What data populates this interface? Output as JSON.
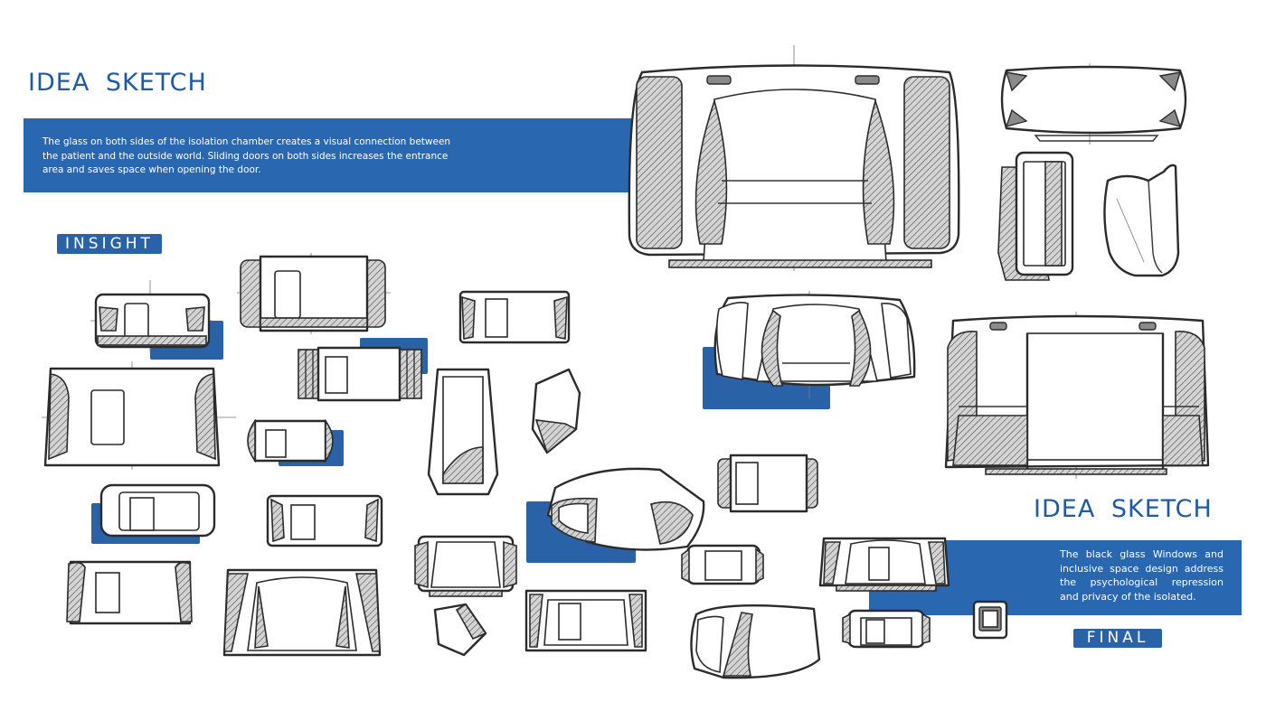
{
  "top_section": {
    "title": "IDEA  SKETCH",
    "description": "The glass on both sides of the isolation chamber creates a visual connection between the patient and the outside world. Sliding doors on both sides increases the entrance area and saves space when opening the door."
  },
  "insight_label": "INSIGHT",
  "bottom_section": {
    "title": "IDEA  SKETCH",
    "description": "The black glass Windows and inclusive space design address the psychological repression and privacy of the isolated.",
    "final_label": "FINAL"
  },
  "colors": {
    "brand_blue": "#2a62a8",
    "title_blue": "#1f5aa6",
    "band_blue": "#2a67b1",
    "ink": "#2b2b2b"
  }
}
